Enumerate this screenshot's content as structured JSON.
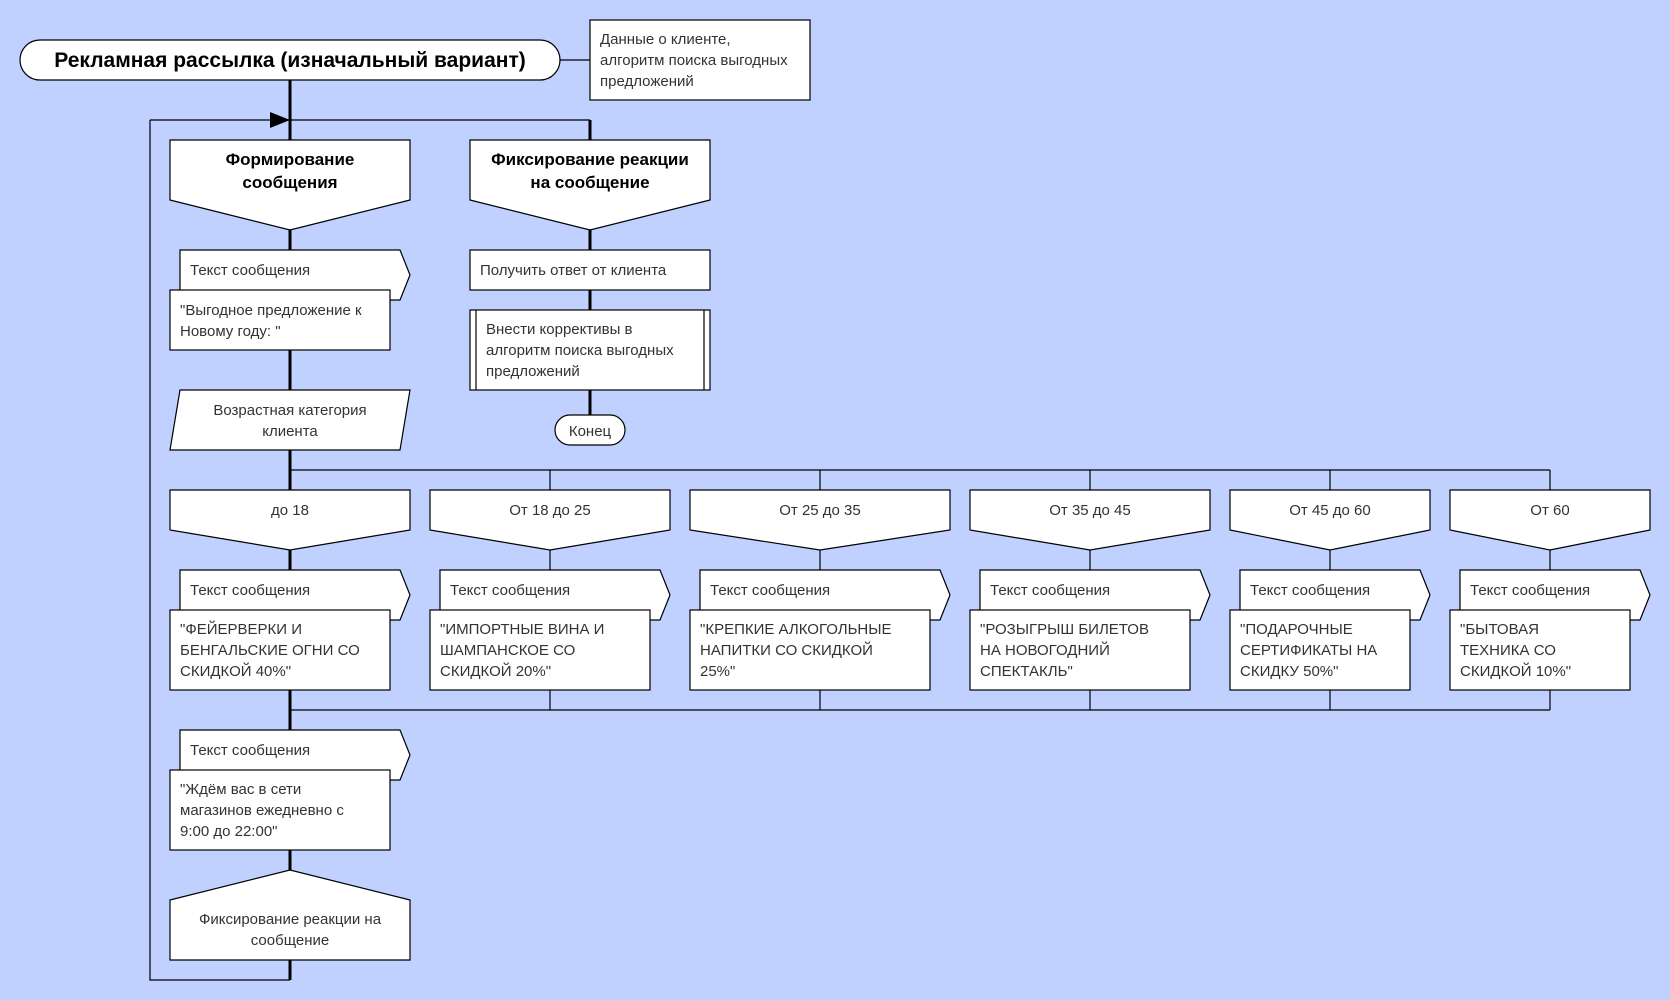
{
  "diagram": {
    "title": "Рекламная рассылка (изначальный вариант)",
    "input_data": [
      "Данные о клиенте,",
      "алгоритм поиска выгодных",
      "предложений"
    ],
    "formation_block": [
      "Формирование",
      "сообщения"
    ],
    "reaction_block": [
      "Фиксирование реакции",
      "на сообщение"
    ],
    "message_label": "Текст сообщения",
    "greeting_text": [
      "\"Выгодное предложение к",
      "Новому году: \""
    ],
    "input_age": [
      "Возрастная категория",
      "клиента"
    ],
    "get_response": "Получить ответ от клиента",
    "adjust_algorithm": [
      "Внести коррективы в",
      "алгоритм поиска выгодных",
      "предложений"
    ],
    "end_label": "Конец",
    "cases": [
      {
        "label": "до 18",
        "text": [
          "\"ФЕЙЕРВЕРКИ И",
          "БЕНГАЛЬСКИЕ ОГНИ СО",
          "СКИДКОЙ 40%\""
        ]
      },
      {
        "label": "От 18 до 25",
        "text": [
          "\"ИМПОРТНЫЕ ВИНА И",
          "ШАМПАНСКОЕ СО",
          "СКИДКОЙ 20%\""
        ]
      },
      {
        "label": "От 25 до 35",
        "text": [
          "\"КРЕПКИЕ АЛКОГОЛЬНЫЕ",
          "НАПИТКИ СО СКИДКОЙ",
          "25%\""
        ]
      },
      {
        "label": "От 35 до 45",
        "text": [
          "\"РОЗЫГРЫШ БИЛЕТОВ",
          "НА НОВОГОДНИЙ",
          "СПЕКТАКЛЬ\""
        ]
      },
      {
        "label": "От 45 до 60",
        "text": [
          "\"ПОДАРОЧНЫЕ",
          "СЕРТИФИКАТЫ НА",
          "СКИДКУ 50%\""
        ]
      },
      {
        "label": "От 60",
        "text": [
          "\"БЫТОВАЯ",
          "ТЕХНИКА СО",
          "СКИДКОЙ 10%\""
        ]
      }
    ],
    "closing_text": [
      "\"Ждём вас в сети",
      "магазинов ежедневно с",
      "9:00 до 22:00\""
    ],
    "reaction_insertion": [
      "Фиксирование реакции на",
      "сообщение"
    ],
    "colors": {
      "background": "#c0d0ff",
      "shape_fill": "#ffffff",
      "line": "#000000"
    }
  }
}
